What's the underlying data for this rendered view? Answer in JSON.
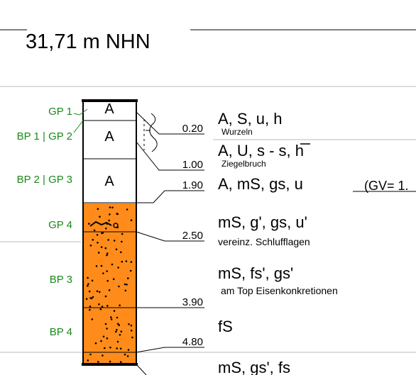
{
  "elevation": "31,71 m NHN",
  "colors": {
    "sand_fill": "#ff8c1a",
    "sample_label": "#1a8a1a",
    "line": "#000000",
    "gridline": "#bbbbbb"
  },
  "samples": [
    {
      "name": "gp1",
      "label": "GP 1"
    },
    {
      "name": "bp1-gp2",
      "label": "BP 1 | GP 2"
    },
    {
      "name": "bp2-gp3",
      "label": "BP 2 | GP 3"
    },
    {
      "name": "gp4",
      "label": "GP 4"
    },
    {
      "name": "bp3",
      "label": "BP 3"
    },
    {
      "name": "bp4",
      "label": "BP 4"
    }
  ],
  "layer_symbols": [
    "A",
    "A",
    "A"
  ],
  "depths": [
    "0.20",
    "1.00",
    "1.90",
    "2.50",
    "3.90",
    "4.80"
  ],
  "descriptions": [
    {
      "main": "A, S, u, h",
      "note": "Wurzeln"
    },
    {
      "main": "A, U, s - s, h",
      "note": "Ziegelbruch"
    },
    {
      "main": "A, mS, gs, u",
      "note": "",
      "gv": "(GV= 1."
    },
    {
      "main": "mS, g', gs, u'",
      "note": "vereinz. Schlufflagen"
    },
    {
      "main": "mS, fs', gs'",
      "note": "am Top Eisenkonkretionen"
    },
    {
      "main": "fS",
      "note": ""
    },
    {
      "main": "mS, gs', fs",
      "note": ""
    }
  ]
}
